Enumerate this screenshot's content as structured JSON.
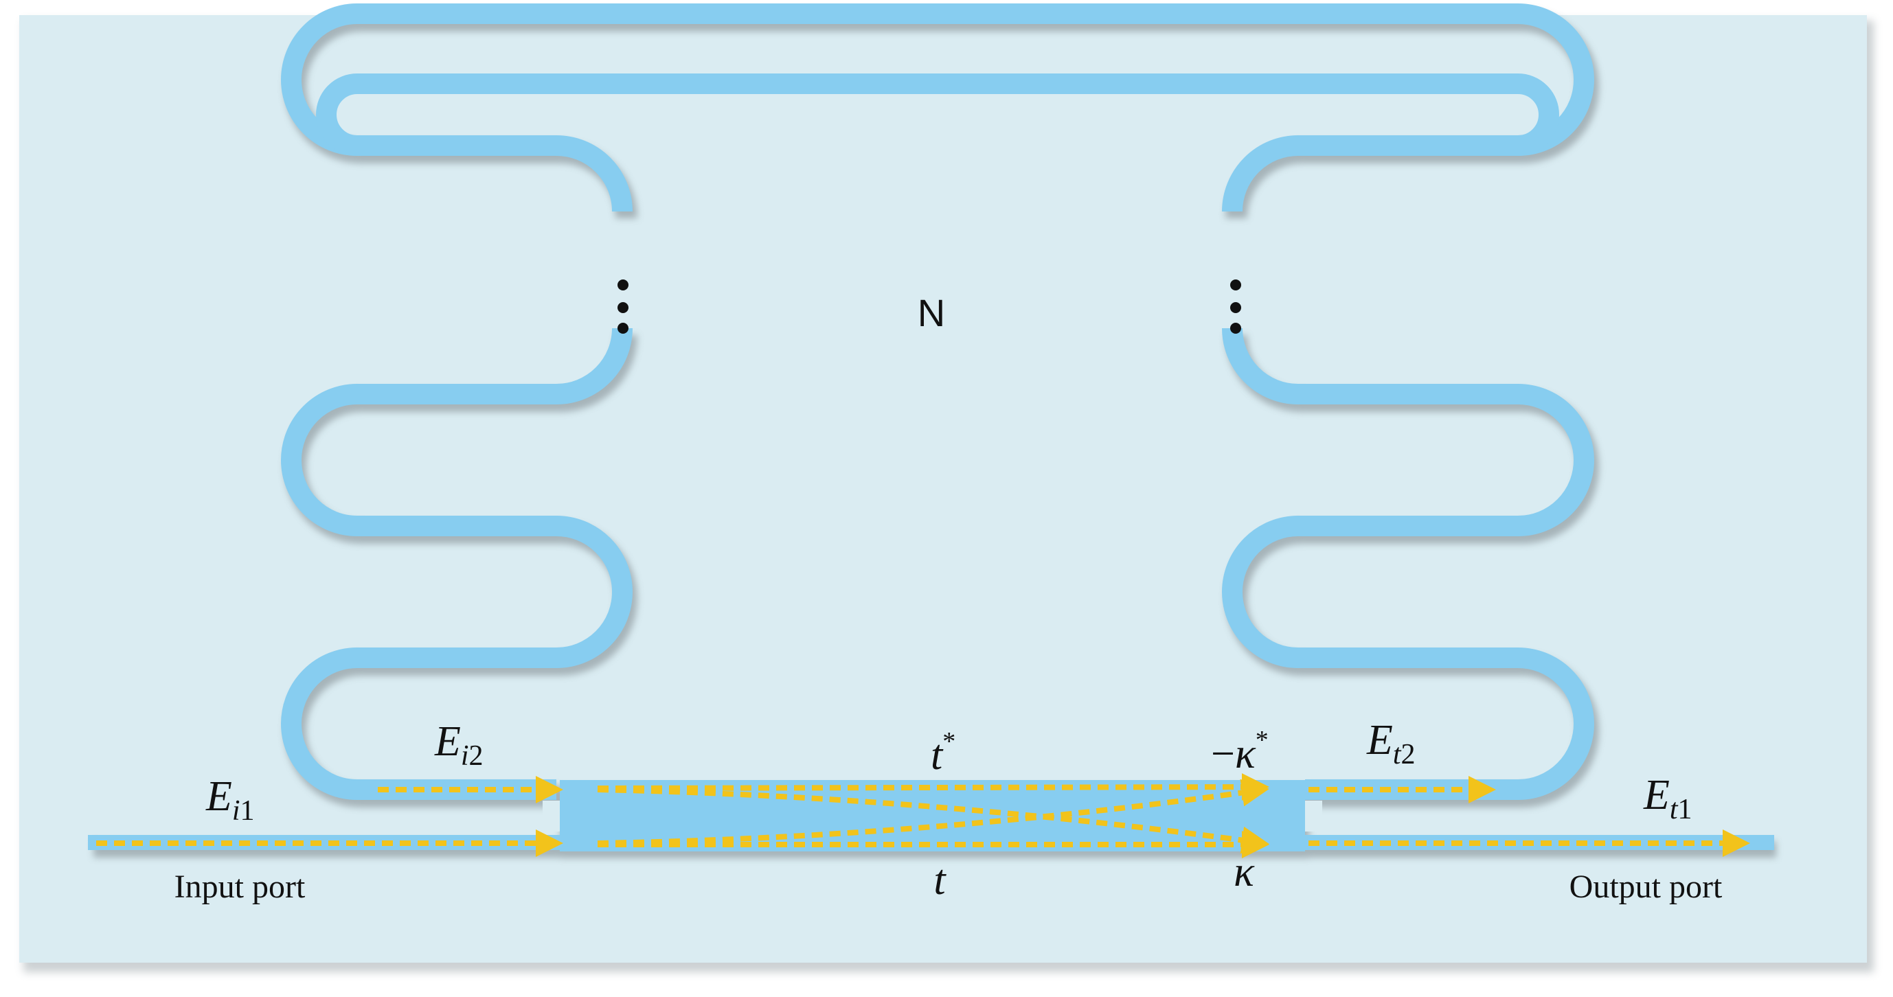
{
  "colors": {
    "panel_background": "#daecf2",
    "waveguide": "#87cdf0",
    "waveguide_shadow": "#9aa6ab",
    "light_path": "#f2c31b",
    "dots": "#111111"
  },
  "labels": {
    "loop_count": "N",
    "input_port": "Input port",
    "output_port": "Output port",
    "e_i1": {
      "base": "E",
      "sub_italic": "i",
      "sub_digit": "1"
    },
    "e_i2": {
      "base": "E",
      "sub_italic": "i",
      "sub_digit": "2"
    },
    "e_t1": {
      "base": "E",
      "sub_italic": "t",
      "sub_digit": "1"
    },
    "e_t2": {
      "base": "E",
      "sub_italic": "t",
      "sub_digit": "2"
    },
    "t_conj": {
      "base": "t",
      "sup": "*"
    },
    "t": "t",
    "minus_kappa_conj": {
      "sign": "−",
      "base": "κ",
      "sup": "*"
    },
    "kappa": "κ"
  },
  "icons": {
    "left_ellipsis": "vertical-ellipsis-icon",
    "right_ellipsis": "vertical-ellipsis-icon"
  }
}
